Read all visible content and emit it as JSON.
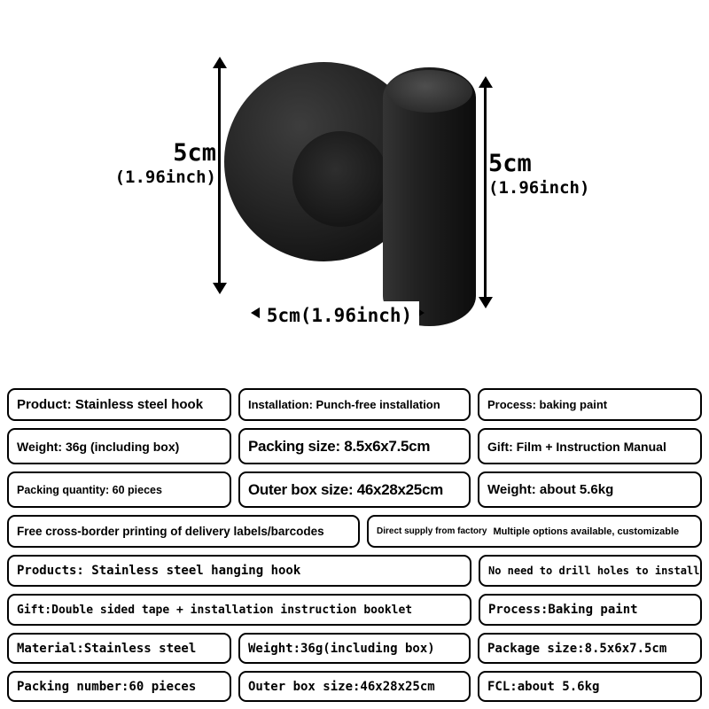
{
  "diagram": {
    "left_dim": {
      "value": "5cm",
      "inch": "(1.96inch)"
    },
    "right_dim": {
      "value": "5cm",
      "inch": "(1.96inch)"
    },
    "bottom_dim": "5cm(1.96inch)"
  },
  "spec_grid": {
    "row1": [
      "Product: Stainless steel hook",
      "Installation: Punch-free installation",
      "Process: baking paint"
    ],
    "row2": [
      "Weight: 36g (including box)",
      "Packing size: 8.5x6x7.5cm",
      "Gift: Film + Instruction Manual"
    ],
    "row3": [
      "Packing quantity: 60 pieces",
      "Outer box size: 46x28x25cm",
      "Weight: about 5.6kg"
    ],
    "row4": {
      "left": "Free cross-border printing of delivery labels/barcodes",
      "right_part1": "Direct supply from factory",
      "right_part2": "Multiple options available, customizable"
    },
    "row5": [
      "Products: Stainless steel hanging hook",
      "No need to drill holes to install"
    ],
    "row6": [
      "Gift:Double sided tape + installation instruction booklet",
      "Process:Baking paint"
    ],
    "row7": [
      "Material:Stainless steel",
      "Weight:36g(including box)",
      "Package size:8.5x6x7.5cm"
    ],
    "row8": [
      "Packing number:60 pieces",
      "Outer box size:46x28x25cm",
      "FCL:about 5.6kg"
    ]
  },
  "colors": {
    "ink": "#000000",
    "product_dark": "#1b1b1b",
    "background": "#ffffff"
  }
}
